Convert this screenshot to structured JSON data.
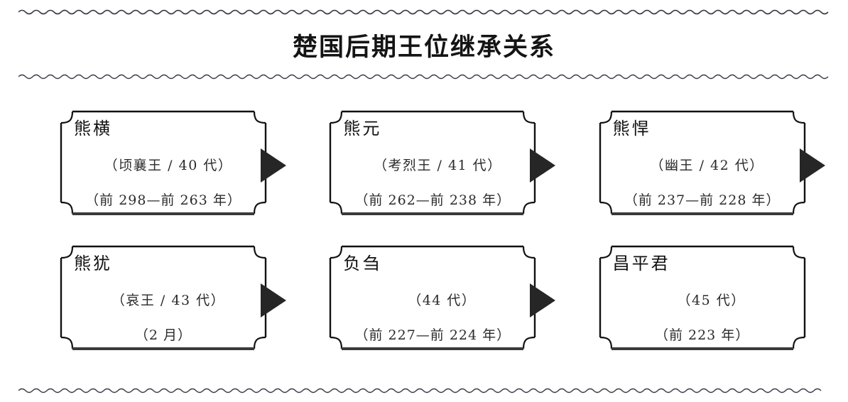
{
  "page": {
    "title": "楚国后期王位继承关系",
    "background_color": "#ffffff",
    "ink_color": "#1a1a1a",
    "arrow_color": "#262626"
  },
  "decorations": {
    "wave_top": "wavy-divider",
    "wave_middle": "wavy-divider",
    "wave_bottom": "wavy-divider"
  },
  "diagram": {
    "type": "succession-flow",
    "rows": 2,
    "columns": 3,
    "nodes": [
      {
        "id": "node-1",
        "name": "熊横",
        "title": "（顷襄王 / 40 代）",
        "years": "（前 298—前 263 年）",
        "has_arrow": true
      },
      {
        "id": "node-2",
        "name": "熊元",
        "title": "（考烈王 / 41 代）",
        "years": "（前 262—前 238 年）",
        "has_arrow": true
      },
      {
        "id": "node-3",
        "name": "熊悍",
        "title": "（幽王 / 42 代）",
        "years": "（前 237—前 228 年）",
        "has_arrow": true
      },
      {
        "id": "node-4",
        "name": "熊犹",
        "title": "（哀王 / 43 代）",
        "years": "（2 月）",
        "has_arrow": true
      },
      {
        "id": "node-5",
        "name": "负刍",
        "title": "（44 代）",
        "years": "（前 227—前 224 年）",
        "has_arrow": true
      },
      {
        "id": "node-6",
        "name": "昌平君",
        "title": "（45 代）",
        "years": "（前 223 年）",
        "has_arrow": false
      }
    ]
  }
}
